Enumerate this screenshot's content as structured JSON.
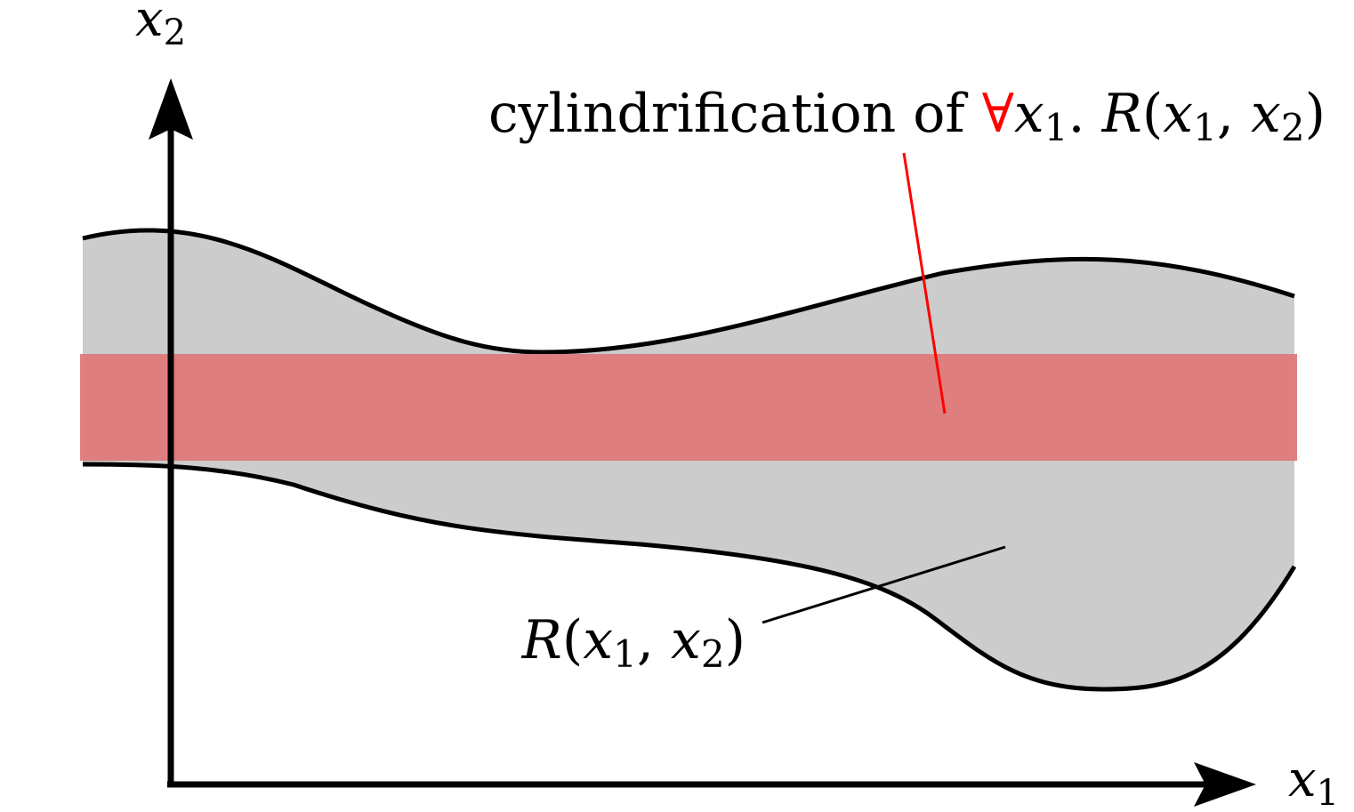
{
  "axes": {
    "x_label_base": "x",
    "x_label_sub": "1",
    "y_label_base": "x",
    "y_label_sub": "2"
  },
  "top_label": {
    "prefix": "cylindrification of ",
    "quantifier": "∀",
    "var": "x",
    "var_sub": "1",
    "dot": ". ",
    "relation": "R",
    "open_paren": "(",
    "arg1": "x",
    "arg1_sub": "1",
    "comma": ", ",
    "arg2": "x",
    "arg2_sub": "2",
    "close_paren": ")"
  },
  "region_label": {
    "relation": "R",
    "open_paren": "(",
    "arg1": "x",
    "arg1_sub": "1",
    "comma": ", ",
    "arg2": "x",
    "arg2_sub": "2",
    "close_paren": ")"
  },
  "colors": {
    "region_fill": "#cccccc",
    "region_stroke": "#000000",
    "band_fill": "#e07b7b",
    "pointer_red": "#ff0000",
    "axis": "#000000",
    "text": "#000000"
  }
}
